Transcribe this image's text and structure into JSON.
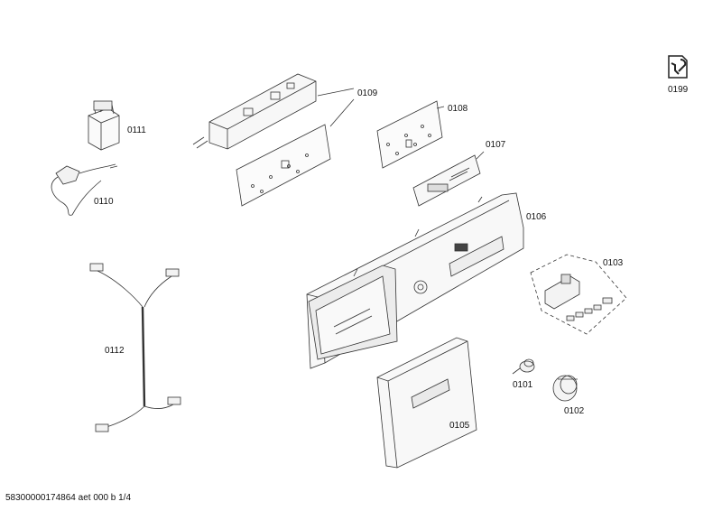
{
  "parts": {
    "p0111": "0111",
    "p0110": "0110",
    "p0109": "0109",
    "p0108": "0108",
    "p0107": "0107",
    "p0106": "0106",
    "p0103": "0103",
    "p0112": "0112",
    "p0101": "0101",
    "p0102": "0102",
    "p0105": "0105",
    "p0199": "0199"
  },
  "footer": {
    "doc_id": "58300000174864 aet 000 b 1/4"
  },
  "icons": {
    "service_icon": "wrench-document-icon"
  }
}
